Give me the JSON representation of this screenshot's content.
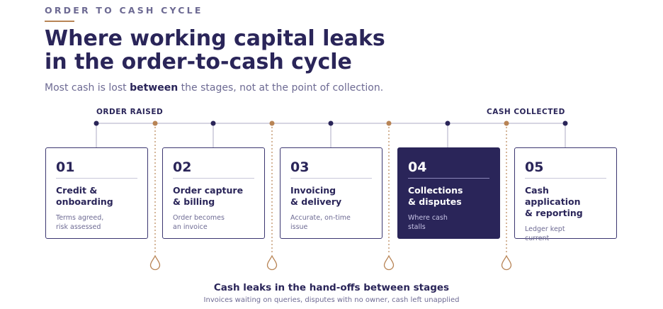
{
  "header": {
    "eyebrow": "ORDER TO CASH CYCLE",
    "title_lines": [
      "Where working capital leaks",
      "in the order-to-cash cycle"
    ],
    "subtitle_pre": "Most cash is lost ",
    "subtitle_bold": "between",
    "subtitle_post": " the stages, not at the point of collection."
  },
  "timeline": {
    "start_label": "ORDER RAISED",
    "end_label": "CASH COLLECTED"
  },
  "stages": [
    {
      "num": "01",
      "title_lines": [
        "Credit &",
        "onboarding"
      ],
      "desc_lines": [
        "Terms agreed,",
        "risk assessed"
      ],
      "active": false
    },
    {
      "num": "02",
      "title_lines": [
        "Order capture",
        "& billing"
      ],
      "desc_lines": [
        "Order becomes",
        "an invoice"
      ],
      "active": false
    },
    {
      "num": "03",
      "title_lines": [
        "Invoicing",
        "& delivery"
      ],
      "desc_lines": [
        "Accurate, on-time",
        "issue"
      ],
      "active": false
    },
    {
      "num": "04",
      "title_lines": [
        "Collections",
        "& disputes"
      ],
      "desc_lines": [
        "Where cash",
        "stalls"
      ],
      "active": true
    },
    {
      "num": "05",
      "title_lines": [
        "Cash application",
        "& reporting"
      ],
      "desc_lines": [
        "Ledger kept",
        "current"
      ],
      "active": false
    }
  ],
  "footer": {
    "title": "Cash leaks in the hand-offs between stages",
    "subtitle": "Invoices waiting on queries, disputes with no owner, cash left unapplied"
  },
  "colors": {
    "navy": "#2a2559",
    "muted": "#6d6a93",
    "copper": "#b88455",
    "line": "#c9c7d9"
  },
  "icons": [
    "leak-drop-icon"
  ]
}
